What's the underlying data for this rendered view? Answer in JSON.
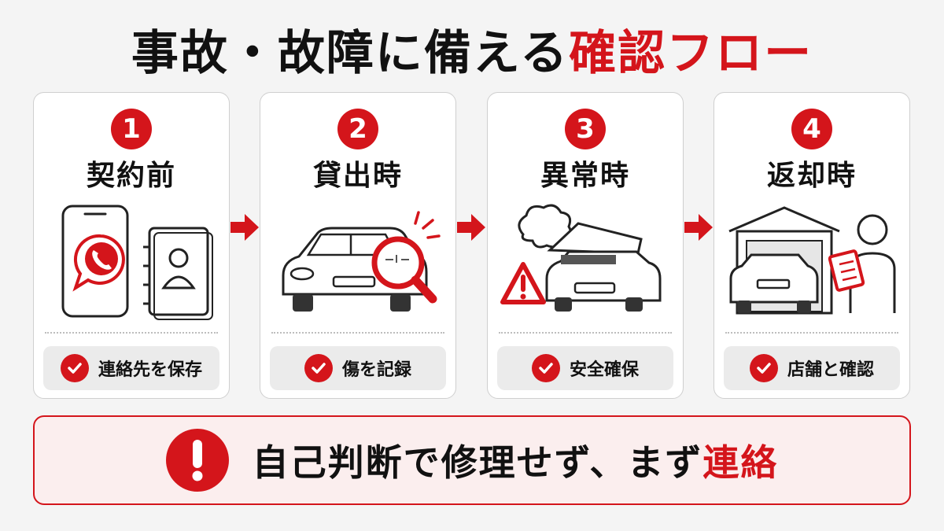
{
  "title": {
    "main": "事故・故障に備える",
    "accent": "確認フロー"
  },
  "steps": [
    {
      "number": "1",
      "label": "契約前",
      "check": "連絡先を保存",
      "icon": "phone-contacts-icon"
    },
    {
      "number": "2",
      "label": "貸出時",
      "check": "傷を記録",
      "icon": "car-inspection-icon"
    },
    {
      "number": "3",
      "label": "異常時",
      "check": "安全確保",
      "icon": "car-breakdown-warning-icon"
    },
    {
      "number": "4",
      "label": "返却時",
      "check": "店舗と確認",
      "icon": "garage-return-icon"
    }
  ],
  "alert": {
    "main": "自己判断で修理せず、まず",
    "accent": "連絡",
    "icon": "exclamation-icon"
  },
  "colors": {
    "accent": "#d4151b",
    "card_bg": "#ffffff",
    "pill_bg": "#ebebeb",
    "alert_bg": "#fbeeee"
  }
}
